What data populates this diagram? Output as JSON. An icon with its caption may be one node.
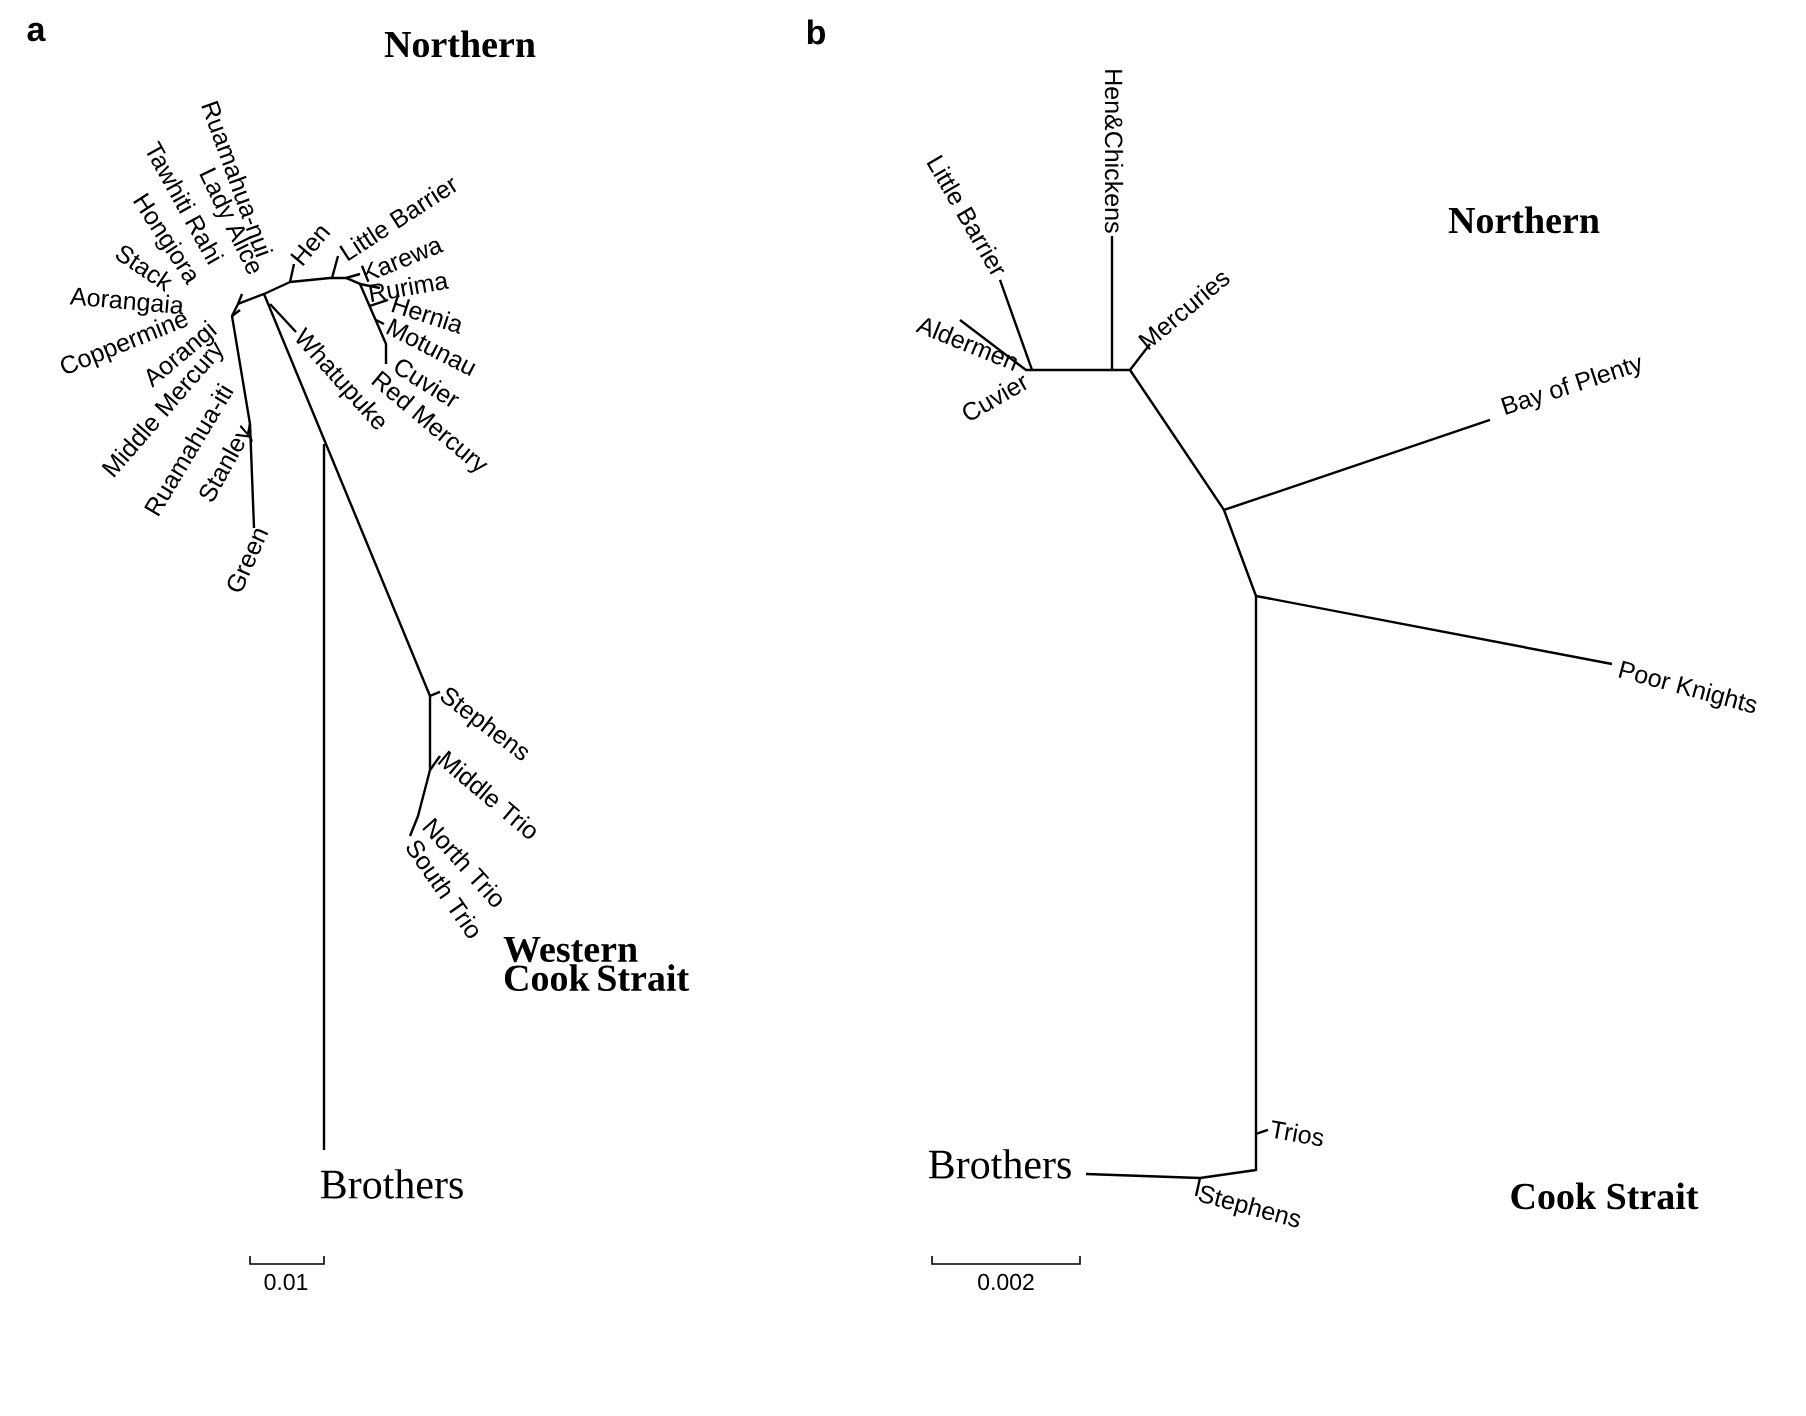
{
  "diagram": {
    "labels": [
      "a",
      "Northern",
      "Ruamahua-nui",
      "Lady Alice",
      "Tawhiti Rahi",
      "Hongiora",
      "Stack",
      "Aorangaia",
      "Coppermine",
      "Aorangi",
      "Middle Mercury",
      "Ruamahua-iti",
      "Stanley",
      "Green",
      "Hen",
      "Little Barrier",
      "Karewa",
      "Rurima",
      "Hernia",
      "Motunau",
      "Cuvier",
      "Red Mercury",
      "Whatupuke",
      "Stephens",
      "Middle Trio",
      "North Trio",
      "South Trio",
      "Western Cook Strait",
      "Brothers",
      "0.01",
      "b",
      "Little Barrier",
      "Hen&Chickens",
      "Aldermen",
      "Cuvier",
      "Mercuries",
      "Northern",
      "Bay of Plenty",
      "Poor Knights",
      "Trios",
      "Brothers",
      "Stephens",
      "Cook Strait",
      "0.002"
    ]
  }
}
